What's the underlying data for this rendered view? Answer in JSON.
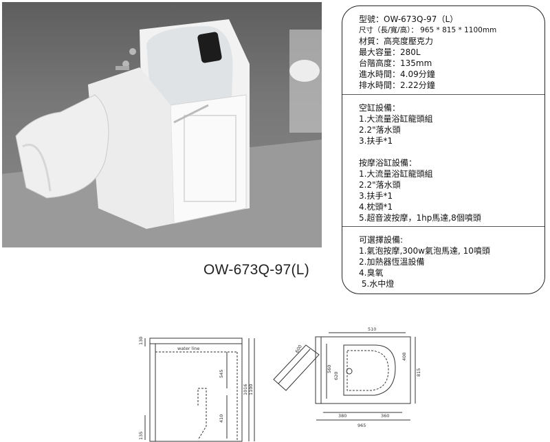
{
  "spec": {
    "basic": [
      "型號：OW-673Q-97（L）",
      "尺寸（長/寬/高）： 965 * 815 * 1100mm",
      "材質：高亮度壓克力",
      "最大容量：280L",
      "台階高度：135mm",
      "進水時間：4.09分鐘",
      "排水時間：2.22分鐘"
    ],
    "empty_tub": {
      "title": "空缸設備：",
      "items": [
        "1.大流量浴缸龍頭組",
        "2.2\"落水頭",
        "3.扶手*1"
      ]
    },
    "massage_tub": {
      "title": "按摩浴缸設備：",
      "items": [
        "1.大流量浴缸龍頭組",
        "2.2\"落水頭",
        "3.扶手*1",
        "4.枕頭*1",
        "5.超音波按摩，1hp馬達,8個噴頭"
      ]
    },
    "optional": {
      "title": "可選擇設備:",
      "items": [
        "1.氣泡按摩,300w氣泡馬達, 10噴頭",
        "2.加熱器恆溫設備",
        "4.臭氧",
        " 5.水中燈"
      ]
    }
  },
  "caption": "OW-673Q-97(L)",
  "drawing": {
    "water_line": "water line",
    "side_dims": [
      "130",
      "545",
      "410",
      "135",
      "1016",
      "1100"
    ],
    "top_dims": [
      "510",
      "600",
      "408",
      "815",
      "560",
      "620",
      "380",
      "360",
      "965"
    ]
  }
}
